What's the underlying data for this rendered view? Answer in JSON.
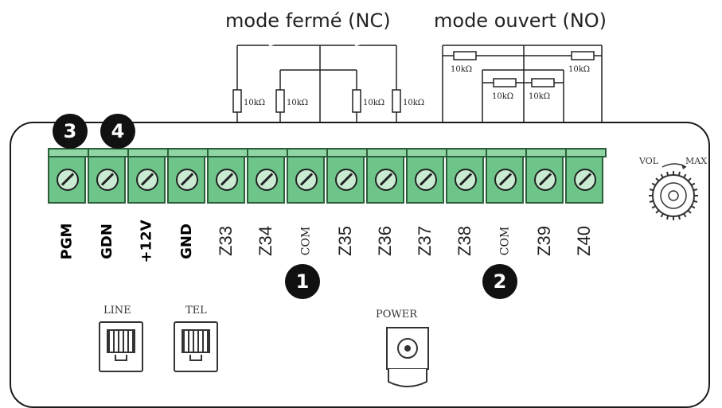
{
  "diagram": {
    "mode_closed": "mode fermé (NC)",
    "mode_open": "mode ouvert (NO)",
    "resistor_label": "10kΩ",
    "vol_label": "VOL",
    "max_label": "MAX",
    "power_label": "POWER",
    "line_label": "LINE",
    "tel_label": "TEL",
    "terminals": [
      {
        "label": "PGM"
      },
      {
        "label": "GDN"
      },
      {
        "label": "+12V"
      },
      {
        "label": "GND"
      },
      {
        "label": "Z33"
      },
      {
        "label": "Z34"
      },
      {
        "label": "COM"
      },
      {
        "label": "Z35"
      },
      {
        "label": "Z36"
      },
      {
        "label": "Z37"
      },
      {
        "label": "Z38"
      },
      {
        "label": "COM"
      },
      {
        "label": "Z39"
      },
      {
        "label": "Z40"
      }
    ],
    "badges": [
      "1",
      "2",
      "3",
      "4"
    ],
    "colors": {
      "terminal_green": "#6ec58a",
      "badge": "#111111"
    }
  }
}
